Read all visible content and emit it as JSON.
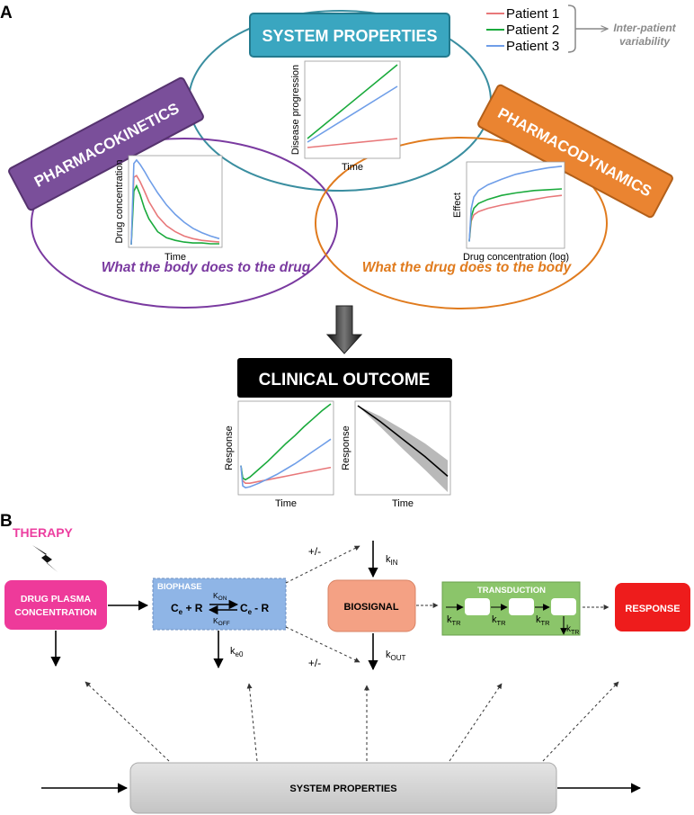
{
  "panel_a": {
    "letter": "A",
    "system_properties_label": "SYSTEM PROPERTIES",
    "pharmacokinetics_label": "PHARMACOKINETICS",
    "pharmacodynamics_label": "PHARMACODYNAMICS",
    "pk_caption": "What the body does to the drug",
    "pd_caption": "What the drug does to the body",
    "clinical_outcome_label": "CLINICAL OUTCOME",
    "legend": {
      "patients": [
        "Patient 1",
        "Patient 2",
        "Patient 3"
      ],
      "variability_label_line1": "Inter-patient",
      "variability_label_line2": "variability"
    },
    "colors": {
      "patient_1": "#e8787a",
      "patient_2": "#1aaa3c",
      "patient_3": "#6f9ee8",
      "system_properties": "#3aa6c0",
      "pharmacokinetics": "#7a4f9a",
      "pharmacodynamics": "#ea8431",
      "pk_caption": "#7a3aa0",
      "pd_caption": "#e07b1e"
    }
  },
  "chart_data": [
    {
      "type": "line",
      "title": "",
      "xlabel": "Time",
      "ylabel": "Disease progression",
      "x": [
        0,
        1
      ],
      "series": [
        {
          "name": "Patient 1",
          "values": [
            0.08,
            0.18
          ]
        },
        {
          "name": "Patient 2",
          "values": [
            0.18,
            1.0
          ]
        },
        {
          "name": "Patient 3",
          "values": [
            0.14,
            0.76
          ]
        }
      ]
    },
    {
      "type": "line",
      "title": "",
      "xlabel": "Time",
      "ylabel": "Drug concentration",
      "x": [
        0,
        0.03,
        0.06,
        0.1,
        0.15,
        0.2,
        0.3,
        0.4,
        0.5,
        0.6,
        0.7,
        0.8,
        0.9,
        1.0
      ],
      "series": [
        {
          "name": "Patient 1",
          "values": [
            0,
            0.78,
            0.8,
            0.73,
            0.62,
            0.5,
            0.33,
            0.22,
            0.15,
            0.1,
            0.07,
            0.05,
            0.04,
            0.03
          ]
        },
        {
          "name": "Patient 2",
          "values": [
            0,
            0.62,
            0.68,
            0.58,
            0.42,
            0.3,
            0.15,
            0.08,
            0.05,
            0.03,
            0.02,
            0.02,
            0.01,
            0.01
          ]
        },
        {
          "name": "Patient 3",
          "values": [
            0,
            0.94,
            0.98,
            0.93,
            0.85,
            0.76,
            0.6,
            0.46,
            0.35,
            0.26,
            0.19,
            0.14,
            0.1,
            0.07
          ]
        }
      ]
    },
    {
      "type": "line",
      "title": "",
      "xlabel": "Drug concentration (log)",
      "ylabel": "Effect",
      "x": [
        0,
        0.02,
        0.05,
        0.1,
        0.2,
        0.35,
        0.5,
        0.7,
        0.85,
        1.0
      ],
      "series": [
        {
          "name": "Patient 1",
          "values": [
            0.05,
            0.3,
            0.38,
            0.42,
            0.46,
            0.5,
            0.53,
            0.57,
            0.6,
            0.62
          ]
        },
        {
          "name": "Patient 2",
          "values": [
            0.05,
            0.35,
            0.46,
            0.52,
            0.57,
            0.62,
            0.65,
            0.68,
            0.69,
            0.7
          ]
        },
        {
          "name": "Patient 3",
          "values": [
            0.05,
            0.45,
            0.6,
            0.68,
            0.75,
            0.82,
            0.88,
            0.93,
            0.96,
            0.98
          ]
        }
      ]
    },
    {
      "type": "line",
      "title": "",
      "xlabel": "Time",
      "ylabel": "Response",
      "x": [
        0,
        0.02,
        0.05,
        0.1,
        0.2,
        0.3,
        0.4,
        0.5,
        0.6,
        0.7,
        0.8,
        0.9,
        1.0
      ],
      "series": [
        {
          "name": "Patient 1",
          "values": [
            0.3,
            0.13,
            0.1,
            0.1,
            0.12,
            0.14,
            0.16,
            0.18,
            0.2,
            0.22,
            0.24,
            0.26,
            0.28
          ]
        },
        {
          "name": "Patient 2",
          "values": [
            0.3,
            0.16,
            0.14,
            0.17,
            0.26,
            0.35,
            0.45,
            0.55,
            0.64,
            0.74,
            0.83,
            0.92,
            1.0
          ]
        },
        {
          "name": "Patient 3",
          "values": [
            0.3,
            0.07,
            0.05,
            0.06,
            0.1,
            0.15,
            0.2,
            0.26,
            0.32,
            0.39,
            0.46,
            0.53,
            0.6
          ]
        }
      ]
    },
    {
      "type": "area",
      "title": "",
      "xlabel": "Time",
      "ylabel": "Response",
      "x": [
        0,
        0.25,
        0.5,
        0.75,
        1.0
      ],
      "mean": [
        0.98,
        0.8,
        0.6,
        0.4,
        0.18
      ],
      "lower": [
        0.98,
        0.74,
        0.49,
        0.25,
        0.0
      ],
      "upper": [
        0.98,
        0.86,
        0.71,
        0.55,
        0.36
      ]
    }
  ],
  "panel_b": {
    "letter": "B",
    "therapy_label": "THERAPY",
    "drug_plasma_line1": "DRUG PLASMA",
    "drug_plasma_line2": "CONCENTRATION",
    "biophase_label": "BIOPHASE",
    "ce_plus_r": "C",
    "ce_sub": "e",
    "plus_r": " + R",
    "ce_minus_r_sub_line": "- R",
    "kon": "K",
    "kon_sub": "ON",
    "koff": "K",
    "koff_sub": "OFF",
    "ke0": "k",
    "ke0_sub": "e0",
    "plus_minus_top": "+/-",
    "plus_minus_bottom": "+/-",
    "kin": "k",
    "kin_sub": "IN",
    "kout": "k",
    "kout_sub": "OUT",
    "biosignal_label": "BIOSIGNAL",
    "transduction_label": "TRANSDUCTION",
    "ktr": "k",
    "ktr_sub": "TR",
    "response_label": "RESPONSE",
    "system_properties_bar": "SYSTEM PROPERTIES",
    "colors": {
      "therapy": "#ec3fa0",
      "drug_plasma": "#ee3a9a",
      "biophase": "#8fb5e6",
      "biosignal": "#f4a184",
      "transduction": "#8bc56a",
      "response": "#ee1c1c",
      "system_bar": "#cfcfcf"
    }
  }
}
